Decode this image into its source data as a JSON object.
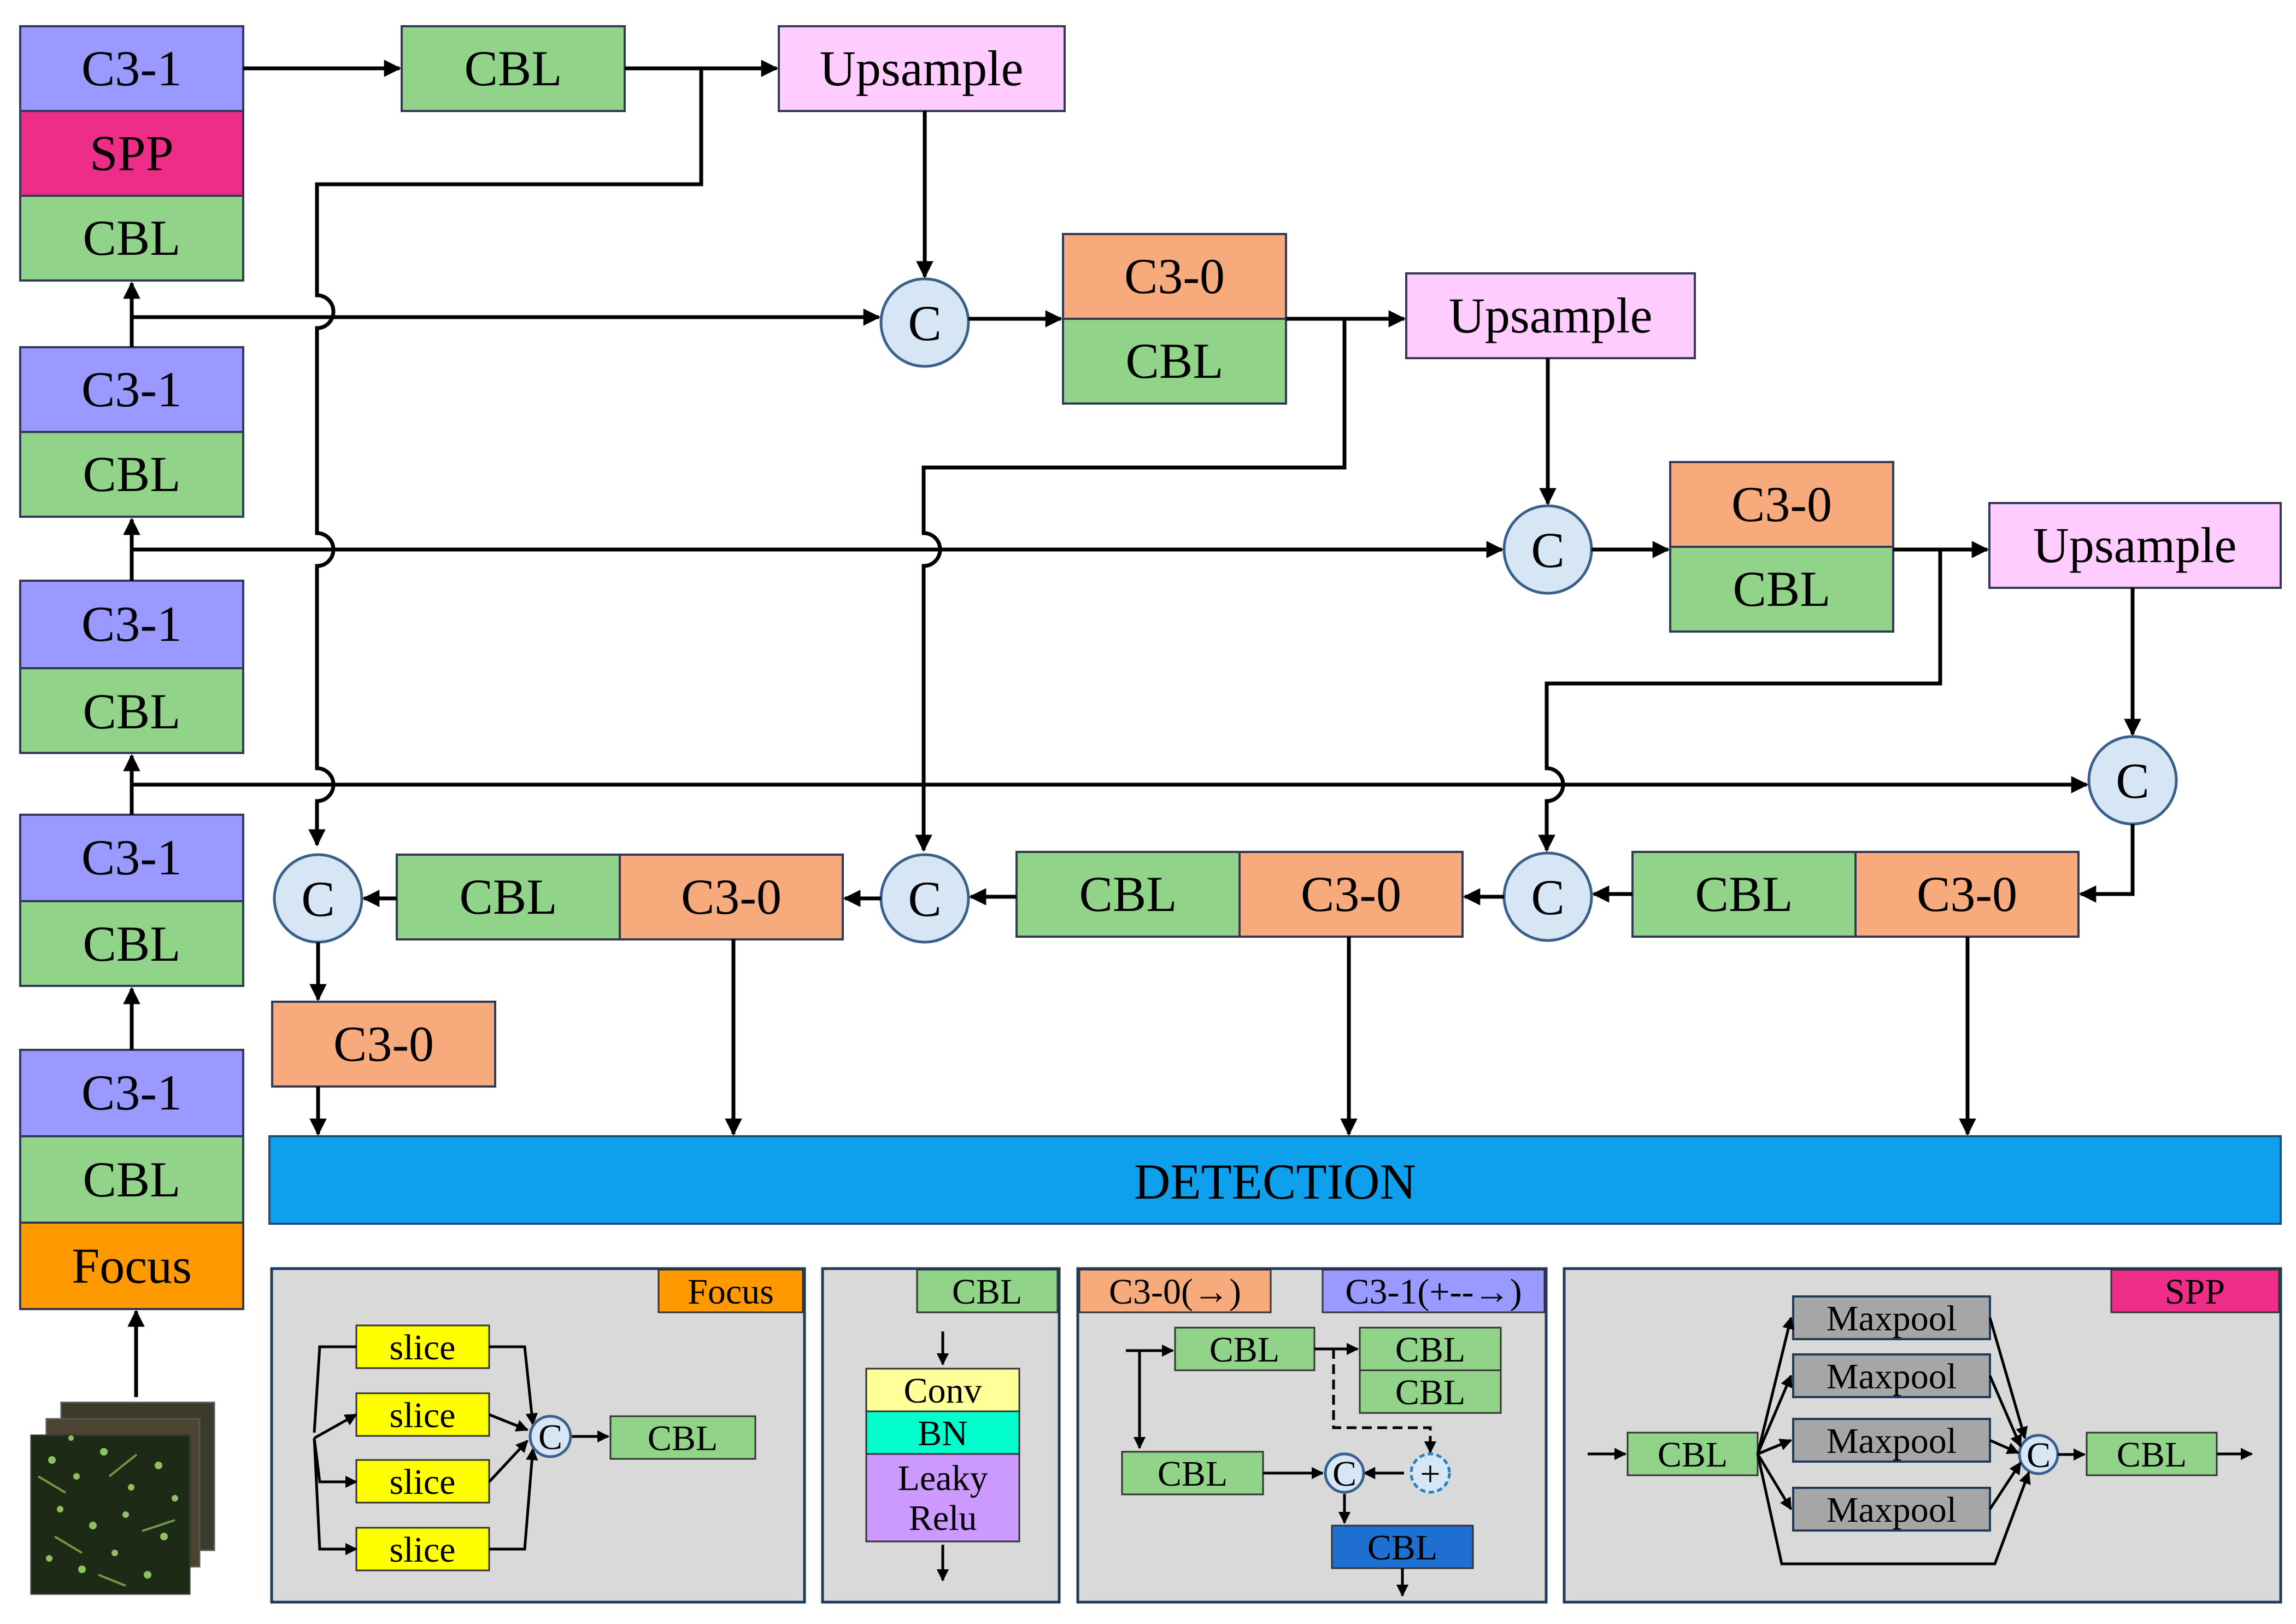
{
  "blocks": {
    "c31": "C3-1",
    "c30": "C3-0",
    "cbl": "CBL",
    "spp": "SPP",
    "focus": "Focus",
    "upsample": "Upsample",
    "concat": "C",
    "detection": "DETECTION"
  },
  "legend": {
    "focus": {
      "title": "Focus",
      "slice": "slice",
      "concat": "C",
      "cbl": "CBL"
    },
    "cbl": {
      "title": "CBL",
      "layers": [
        "Conv",
        "BN",
        "Leaky",
        "Relu"
      ]
    },
    "c3": {
      "title_c30": "C3-0(→)",
      "title_c31": "C3-1(+--→)",
      "cbl": "CBL",
      "concat": "C",
      "add": "+"
    },
    "spp": {
      "title": "SPP",
      "cbl": "CBL",
      "maxpool": "Maxpool",
      "concat": "C"
    }
  },
  "colors": {
    "c31": "#9999ff",
    "c30": "#f7aa7c",
    "cbl": "#92d38a",
    "spp": "#ee2d89",
    "focus": "#ff9900",
    "upsample": "#ffccff",
    "detection": "#0ea0ec",
    "slice": "#ffff00",
    "conv": "#ffff99",
    "bn": "#00ffcc",
    "leaky": "#cc99ff",
    "maxpool": "#a6a6a6",
    "cbl_dark": "#1f6fd1",
    "concat": "#d6e6f5"
  }
}
